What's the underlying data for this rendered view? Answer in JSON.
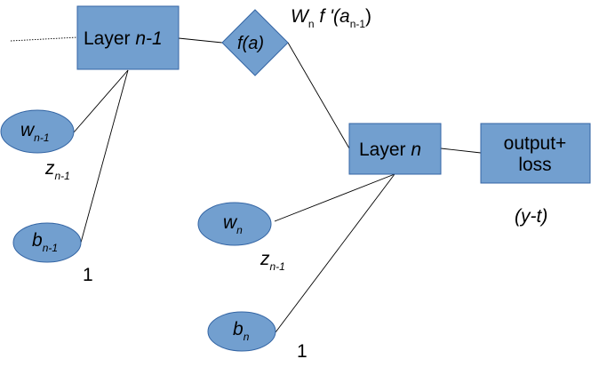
{
  "nodes": {
    "layer_prev": {
      "text": "Layer ",
      "italic": "n-1"
    },
    "activation": {
      "text": "f(a)"
    },
    "layer_n": {
      "text": "Layer ",
      "italic": "n"
    },
    "output": {
      "line1": "output+",
      "line2": "loss"
    },
    "w_prev": {
      "base": "w",
      "sub": "n-1"
    },
    "b_prev": {
      "base": "b",
      "sub": "n-1"
    },
    "w_n": {
      "base": "w",
      "sub": "n"
    },
    "b_n": {
      "base": "b",
      "sub": "n"
    }
  },
  "annotations": {
    "gradient": {
      "w": "W",
      "w_sub": "n",
      "f": " f '(a",
      "a_sub": "n-1",
      "close": ")"
    },
    "z_prev": {
      "base": "z",
      "sub": "n-1"
    },
    "z_n": {
      "base": "z",
      "sub": "n-1"
    },
    "one_prev": "1",
    "one_n": "1",
    "error": "(y-t)"
  },
  "colors": {
    "node_fill": "#729fcf",
    "node_stroke": "#3465a4"
  }
}
